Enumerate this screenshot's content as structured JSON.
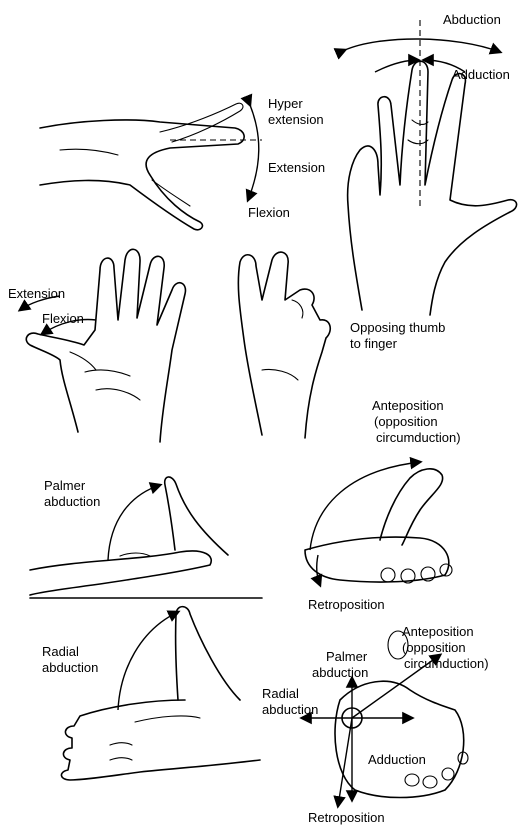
{
  "labels": {
    "abduction_top": "Abduction",
    "adduction_top": "Adduction",
    "hyper_1": "Hyper",
    "hyper_2": "extension",
    "extension_1": "Extension",
    "flexion_1": "Flexion",
    "extension_2": "Extension",
    "flexion_2": "Flexion",
    "opposing_1": "Opposing thumb",
    "opposing_2": "to finger",
    "antepos_1_l1": "Anteposition",
    "antepos_1_l2": "(opposition",
    "antepos_1_l3": "circumduction)",
    "palmer_abd_1_l1": "Palmer",
    "palmer_abd_1_l2": "abduction",
    "retropos_1": "Retroposition",
    "radial_abd_1_l1": "Radial",
    "radial_abd_1_l2": "abduction",
    "antepos_2_l1": "Anteposition",
    "antepos_2_l2": "(opposition",
    "antepos_2_l3": "circumduction)",
    "palmer_abd_2_l1": "Palmer",
    "palmer_abd_2_l2": "abduction",
    "radial_abd_2_l1": "Radial",
    "radial_abd_2_l2": "abduction",
    "adduction_bottom": "Adduction",
    "retropos_2": "Retroposition"
  },
  "colors": {
    "ink": "#000000",
    "background": "#ffffff"
  }
}
